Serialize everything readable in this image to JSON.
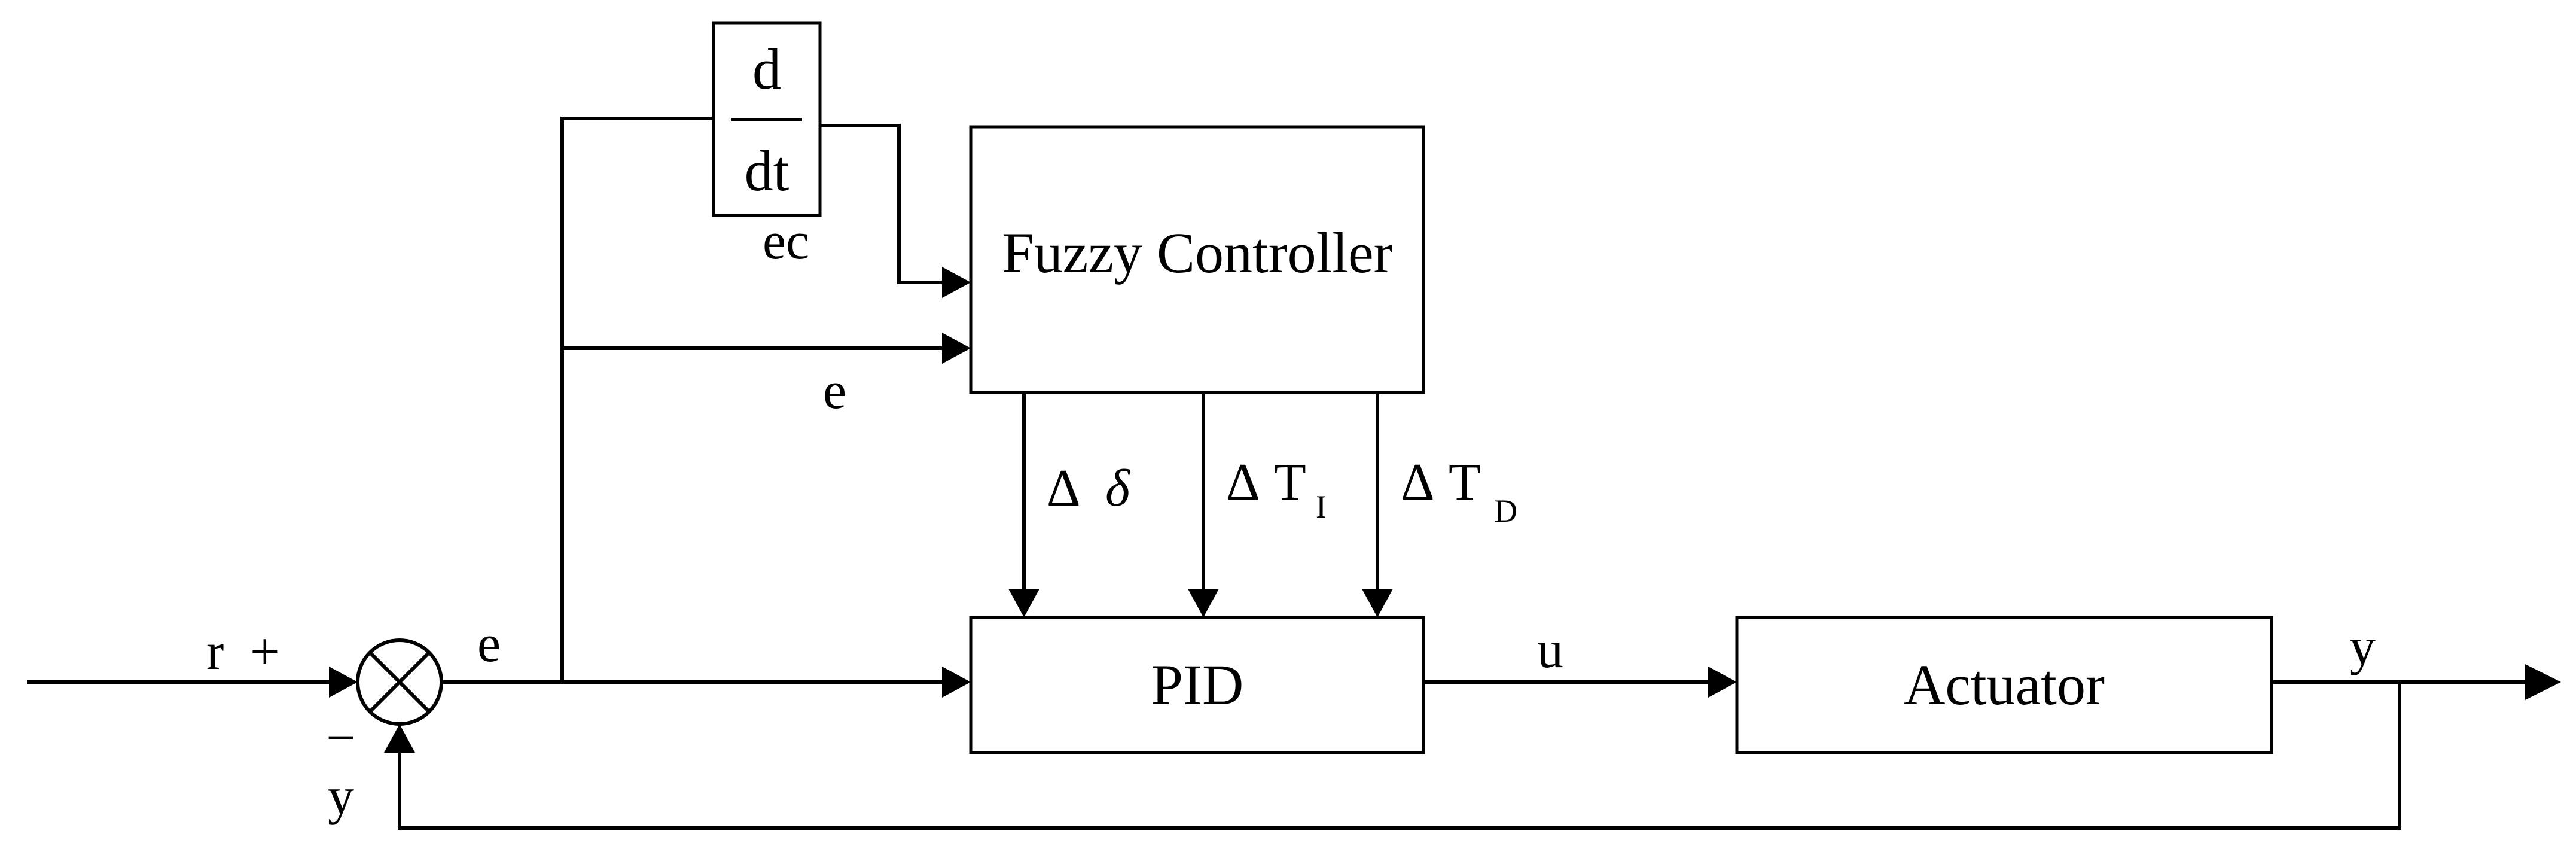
{
  "blocks": {
    "derivative": {
      "numerator": "d",
      "denominator": "dt"
    },
    "fuzzy_controller": "Fuzzy Controller",
    "pid": "PID",
    "actuator": "Actuator"
  },
  "signals": {
    "reference": "r",
    "plus_sign": "+",
    "minus_sign": "−",
    "feedback": "y",
    "error_main": "e",
    "error_to_fuzzy": "e",
    "error_change": "ec",
    "control": "u",
    "output": "y"
  },
  "gains": {
    "delta_delta": {
      "symbol": "Δ",
      "var": "δ"
    },
    "delta_ti": {
      "symbol": "Δ",
      "var": "T",
      "sub": "I"
    },
    "delta_td": {
      "symbol": "Δ",
      "var": "T",
      "sub": "D"
    }
  },
  "colors": {
    "stroke": "#000000",
    "background": "#ffffff"
  }
}
